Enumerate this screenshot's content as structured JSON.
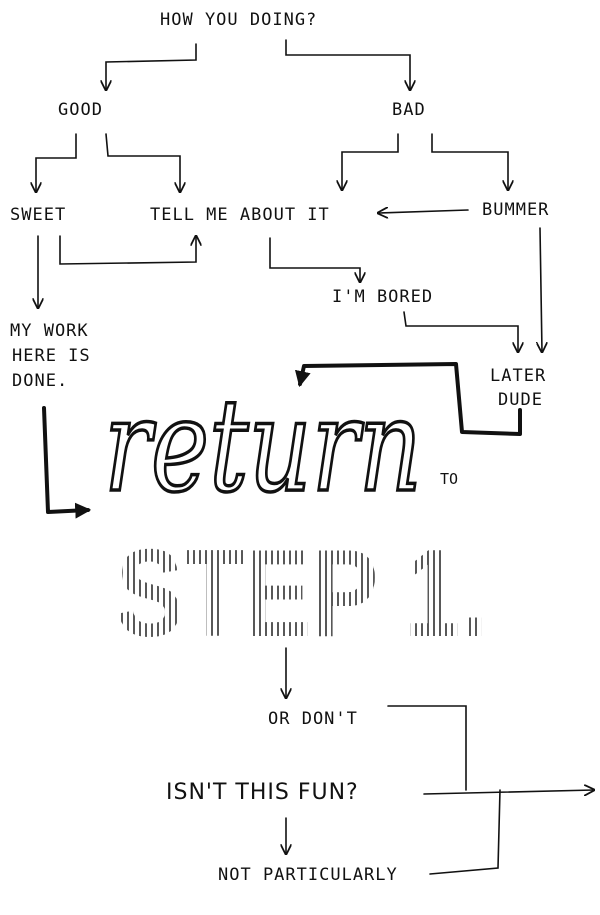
{
  "nodes": {
    "how_you_doing": "HOW YOU DOING?",
    "good": "GOOD",
    "bad": "BAD",
    "sweet": "SWEET",
    "tell_me": "TELL ME ABOUT IT",
    "bummer": "BUMMER",
    "bored": "I'M BORED",
    "later_1": "LATER",
    "later_2": "DUDE",
    "my_work_1": "MY WORK",
    "my_work_2": "HERE IS",
    "my_work_3": "DONE.",
    "return_word": "return",
    "to_word": "TO",
    "step_word": "STEP 1.",
    "or_dont": "OR DON'T",
    "fun": "ISN'T THIS FUN?",
    "not_particularly": "NOT PARTICULARLY"
  },
  "colors": {
    "ink": "#111111",
    "paper": "#ffffff"
  }
}
